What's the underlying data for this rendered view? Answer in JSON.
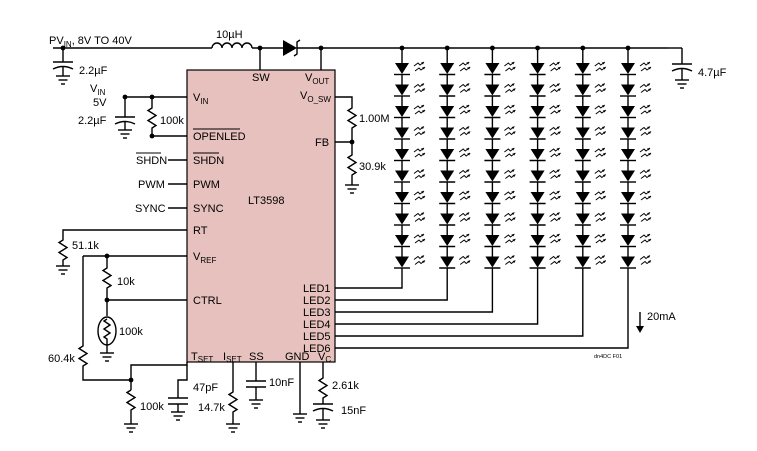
{
  "supply": {
    "label": "PV",
    "sub": "IN",
    "rest": ", 8V TO 40V"
  },
  "inductor": {
    "value": "10µH"
  },
  "caps": {
    "c_in": "2.2µF",
    "c_vin": "2.2µF",
    "c_out": "4.7µF",
    "c_tset": "47pF",
    "c_ss": "10nF",
    "c_vc": "15nF"
  },
  "vin_label": {
    "name": "V",
    "sub": "IN",
    "volts": "5V"
  },
  "resistors": {
    "r_openled": "100k",
    "r_fb_top": "1.00M",
    "r_fb_bot": "30.9k",
    "r_rt": "51.1k",
    "r_ctrl": "10k",
    "r_ntc": "100k",
    "r_tset_div": "60.4k",
    "r_tset": "100k",
    "r_iset": "14.7k",
    "r_vc": "2.61k"
  },
  "chip": {
    "name": "LT3598",
    "colors": {
      "body": "#e6c1bd",
      "border": "#000000"
    },
    "pins": {
      "sw": "SW",
      "vout": "V",
      "vout_sub": "OUT",
      "vosw": "V",
      "vosw_sub": "O_SW",
      "fb": "FB",
      "vin": "V",
      "vin_sub": "IN",
      "openled": "OPENLED",
      "shdn": "SHDN",
      "pwm": "PWM",
      "sync": "SYNC",
      "rt": "RT",
      "vref": "V",
      "vref_sub": "REF",
      "ctrl": "CTRL",
      "led1": "LED1",
      "led2": "LED2",
      "led3": "LED3",
      "led4": "LED4",
      "led5": "LED5",
      "led6": "LED6",
      "tset": "T",
      "tset_sub": "SET",
      "iset": "I",
      "iset_sub": "SET",
      "ss": "SS",
      "gnd": "GND",
      "vc": "V",
      "vc_sub": "C"
    }
  },
  "inputs": {
    "shdn": "SHDN",
    "pwm": "PWM",
    "sync": "SYNC"
  },
  "current": {
    "value": "20mA"
  },
  "figure_code": "dn4DC F01",
  "led_array": {
    "strings": 6,
    "leds_per_string": 10
  }
}
